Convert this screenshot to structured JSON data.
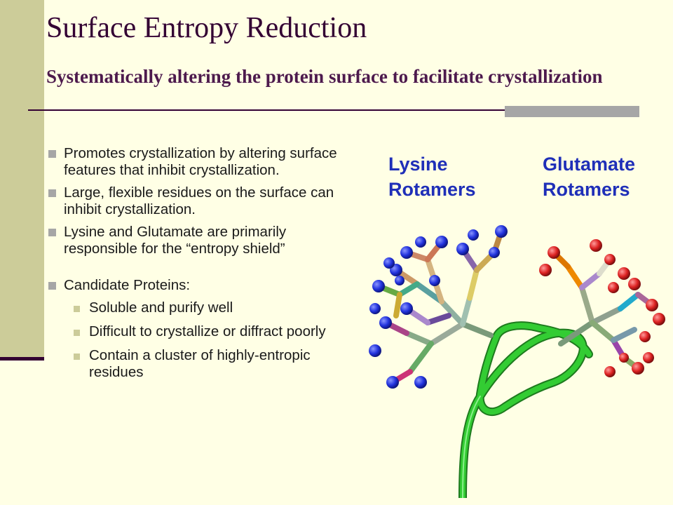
{
  "slide": {
    "title": "Surface Entropy Reduction",
    "subtitle": "Systematically altering the protein surface to facilitate crystallization"
  },
  "bullets": [
    "Promotes crystallization by altering surface features that inhibit crystallization.",
    "Large, flexible residues on the surface can inhibit crystallization.",
    "Lysine and Glutamate are primarily responsible for the “entropy shield”",
    "Candidate Proteins:"
  ],
  "sub_bullets": [
    "Soluble and purify well",
    "Difficult to crystallize or diffract poorly",
    "Contain a cluster of highly-entropic residues"
  ],
  "figure": {
    "lysine_label": [
      "Lysine",
      "Rotamers"
    ],
    "glutamate_label": [
      "Glutamate",
      "Rotamers"
    ]
  },
  "colors": {
    "background": "#FFFFE5",
    "side_bar": "#CCCC99",
    "title_text": "#330033",
    "label_blue": "#1F2FB8",
    "backbone_green": "#33CC33",
    "nitrogen_blue": "#2233DD",
    "oxygen_red": "#DD2222"
  }
}
